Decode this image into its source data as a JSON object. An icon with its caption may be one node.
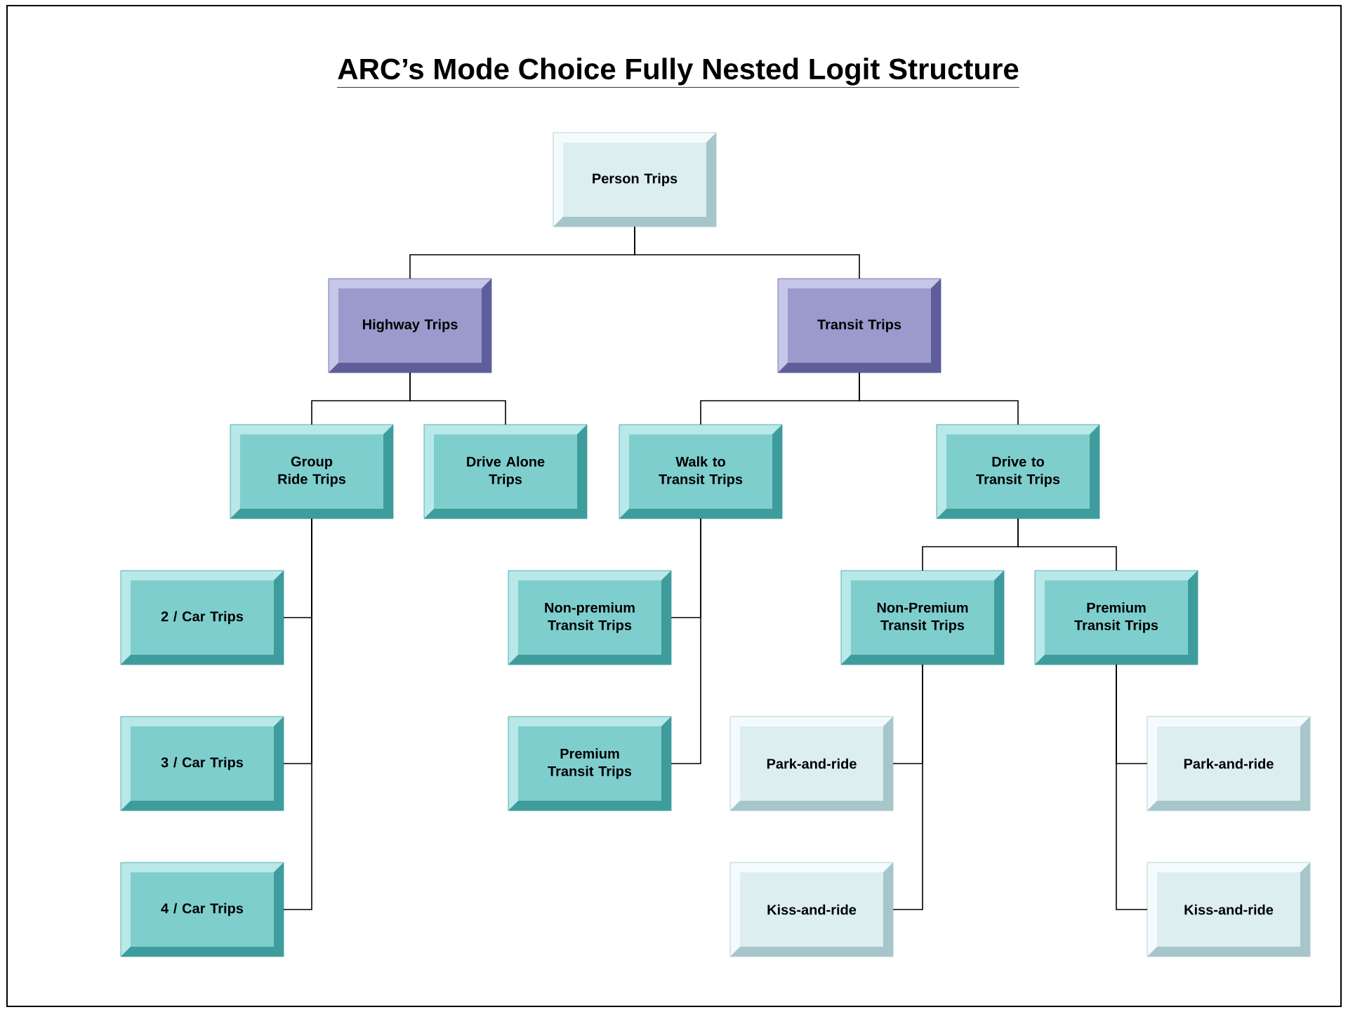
{
  "diagram": {
    "title": "ARC’s Mode Choice Fully Nested Logit Structure",
    "nodes": [
      {
        "text": [
          "Person Trips"
        ]
      },
      {
        "text": [
          "Highway Trips"
        ]
      },
      {
        "text": [
          "Transit Trips"
        ]
      },
      {
        "text": [
          "Group Ride Trips"
        ]
      },
      {
        "text": [
          "Drive Alone Trips"
        ]
      },
      {
        "text": [
          "Walk to Transit Trips"
        ]
      },
      {
        "text": [
          "Drive to Transit Trips"
        ]
      },
      {
        "text": [
          "2 / Car Trips"
        ]
      },
      {
        "text": [
          "3 / Car Trips"
        ]
      },
      {
        "text": [
          "4 / Car Trips"
        ]
      },
      {
        "text": [
          "Non-premium Transit Trips"
        ]
      },
      {
        "text": [
          "Premium Transit Trips"
        ]
      },
      {
        "text": [
          "Non-Premium Transit Trips"
        ]
      },
      {
        "text": [
          "Premium Transit Trips"
        ]
      },
      {
        "text": [
          "Park-and-ride"
        ]
      },
      {
        "text": [
          "Kiss-and-ride"
        ]
      },
      {
        "text": [
          "Park-and-ride"
        ]
      },
      {
        "text": [
          "Kiss-and-ride"
        ]
      }
    ],
    "edges": [
      {
        "from": 0,
        "to": 1,
        "arrow": "none"
      },
      {
        "from": 0,
        "to": 2,
        "arrow": "none"
      },
      {
        "from": 1,
        "to": 3,
        "arrow": "none"
      },
      {
        "from": 1,
        "to": 4,
        "arrow": "none"
      },
      {
        "from": 2,
        "to": 5,
        "arrow": "none"
      },
      {
        "from": 2,
        "to": 6,
        "arrow": "none"
      },
      {
        "from": 3,
        "to": 7,
        "arrow": "none"
      },
      {
        "from": 3,
        "to": 8,
        "arrow": "none"
      },
      {
        "from": 3,
        "to": 9,
        "arrow": "none"
      },
      {
        "from": 5,
        "to": 10,
        "arrow": "none"
      },
      {
        "from": 5,
        "to": 11,
        "arrow": "none"
      },
      {
        "from": 6,
        "to": 12,
        "arrow": "none"
      },
      {
        "from": 6,
        "to": 13,
        "arrow": "none"
      },
      {
        "from": 12,
        "to": 14,
        "arrow": "none"
      },
      {
        "from": 12,
        "to": 15,
        "arrow": "none"
      },
      {
        "from": 13,
        "to": 16,
        "arrow": "none"
      },
      {
        "from": 13,
        "to": 17,
        "arrow": "none"
      }
    ]
  }
}
